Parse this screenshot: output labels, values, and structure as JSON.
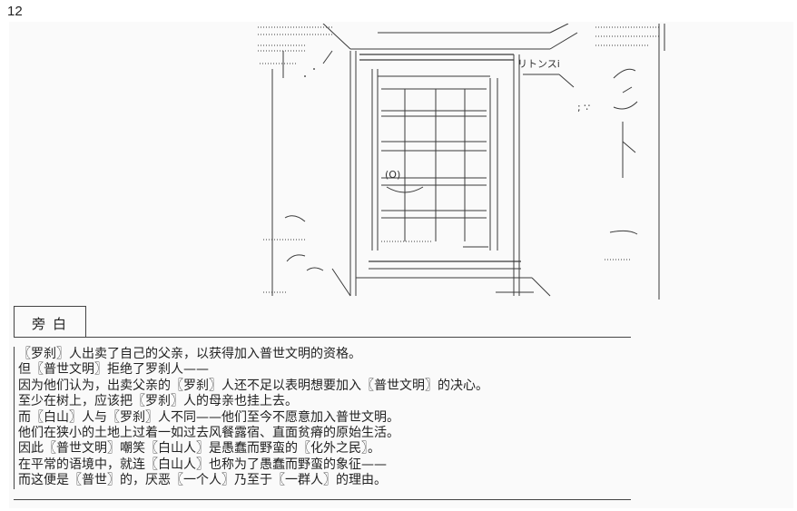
{
  "page": {
    "number": "12"
  },
  "art": {
    "sign_text": "リトンスi"
  },
  "narrator": {
    "label": "旁白"
  },
  "narration": {
    "lines": [
      "〖罗刹〗人出卖了自己的父亲，以获得加入普世文明的资格。",
      "但〖普世文明〗拒绝了罗刹人——",
      "因为他们认为，出卖父亲的〖罗刹〗人还不足以表明想要加入〖普世文明〗的决心。",
      "至少在树上，应该把〖罗刹〗人的母亲也挂上去。",
      "而〖白山〗人与〖罗刹〗人不同——他们至今不愿意加入普世文明。",
      "他们在狭小的土地上过着一如过去风餐露宿、直面贫瘠的原始生活。",
      "因此〖普世文明〗嘲笑〖白山人〗是愚蠢而野蛮的〖化外之民〗。",
      "在平常的语境中，就连〖白山人〗也称为了愚蠢而野蛮的象征——",
      "而这便是〖普世〗的，厌恶〖一个人〗乃至于〖一群人〗的理由。"
    ]
  }
}
